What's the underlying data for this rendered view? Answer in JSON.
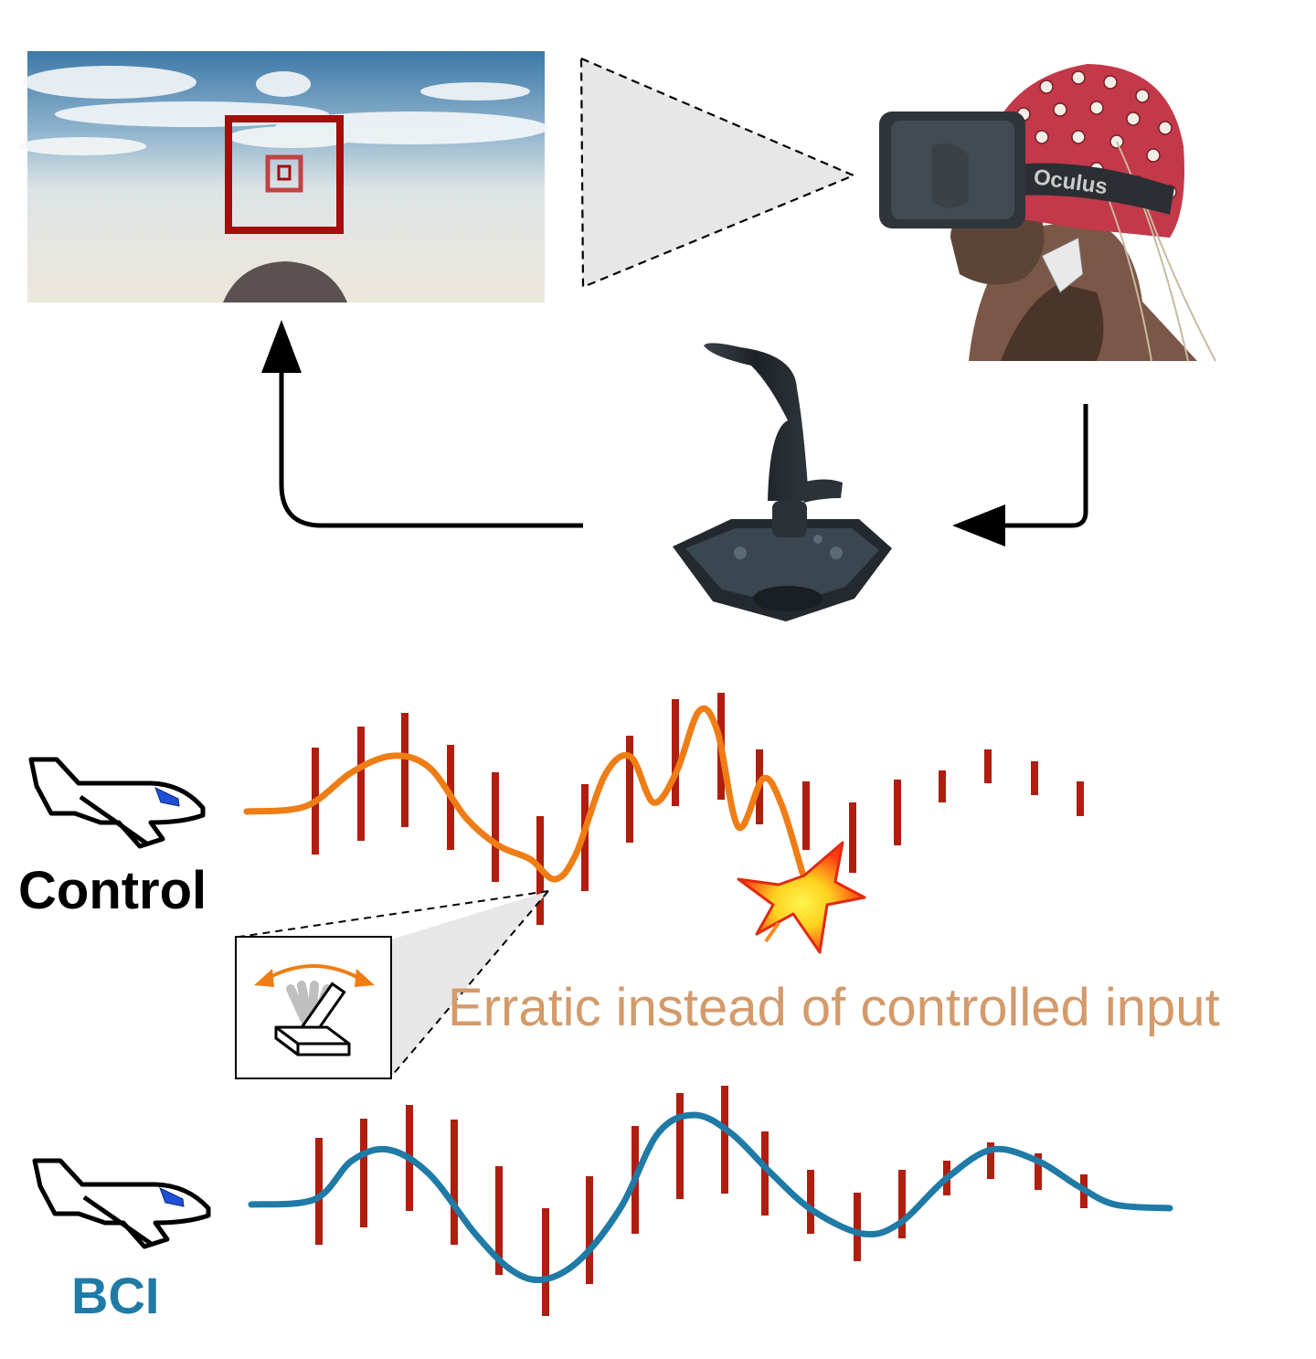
{
  "labels": {
    "control": "Control",
    "bci": "BCI",
    "caption": "Erratic instead of controlled input",
    "headset_brand": "Oculus"
  },
  "colors": {
    "control_text": "#000000",
    "bci_text": "#1f7aa6",
    "caption_text": "#d49a6a",
    "control_trace": "#ef7d15",
    "bci_trace": "#1f7aa6",
    "pulse_bars": "#b01e10",
    "target_box": "#a50c0c",
    "eeg_cap": "#c3394a",
    "plane_window": "#1e4fd6"
  },
  "icons": {
    "scene": "flight-simulator-view",
    "participant": "vr-headset-eeg-cap-person",
    "controller": "joystick-icon",
    "plane": "airplane-icon",
    "crash": "explosion-icon",
    "inset": "erratic-joystick-motion-icon"
  }
}
